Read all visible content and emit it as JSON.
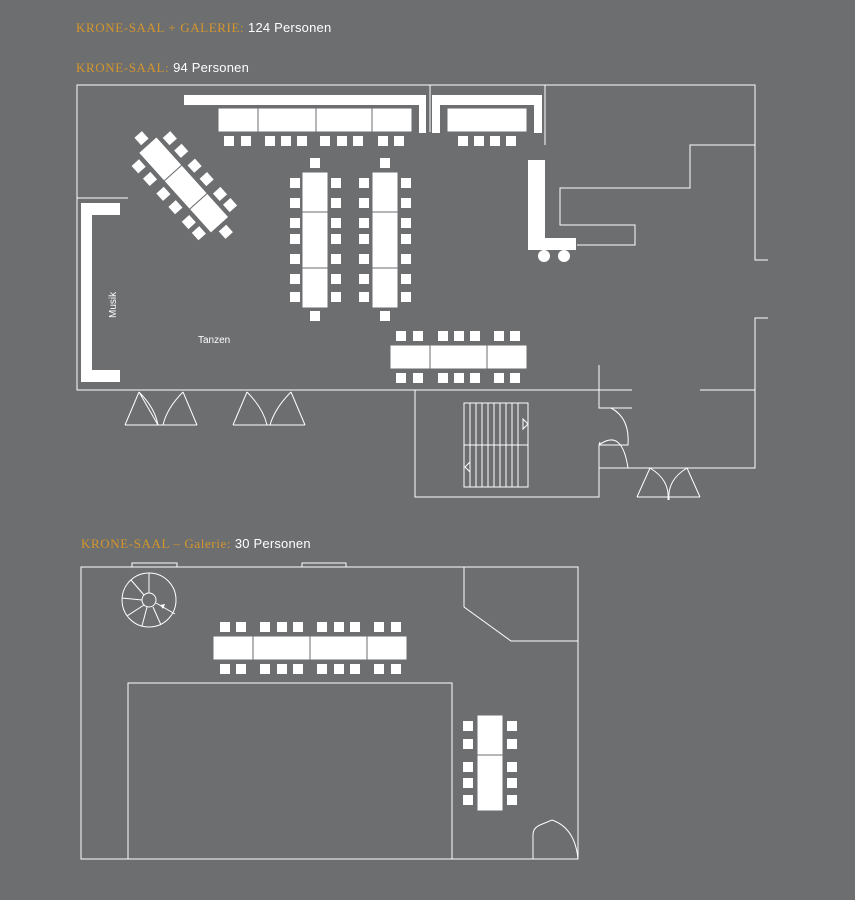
{
  "captions": {
    "total": {
      "room": "KRONE-SAAL + GALERIE:",
      "count": "124 Personen"
    },
    "saal": {
      "room": "KRONE-SAAL:",
      "count": "94 Personen"
    },
    "galerie": {
      "room": "KRONE-SAAL – Galerie:",
      "count": "30 Personen"
    }
  },
  "plan_labels": {
    "musik": "Musik",
    "tanzen": "Tanzen"
  },
  "colors": {
    "background": "#6d6e70",
    "accent": "#d4962a",
    "lines": "#ffffff"
  }
}
